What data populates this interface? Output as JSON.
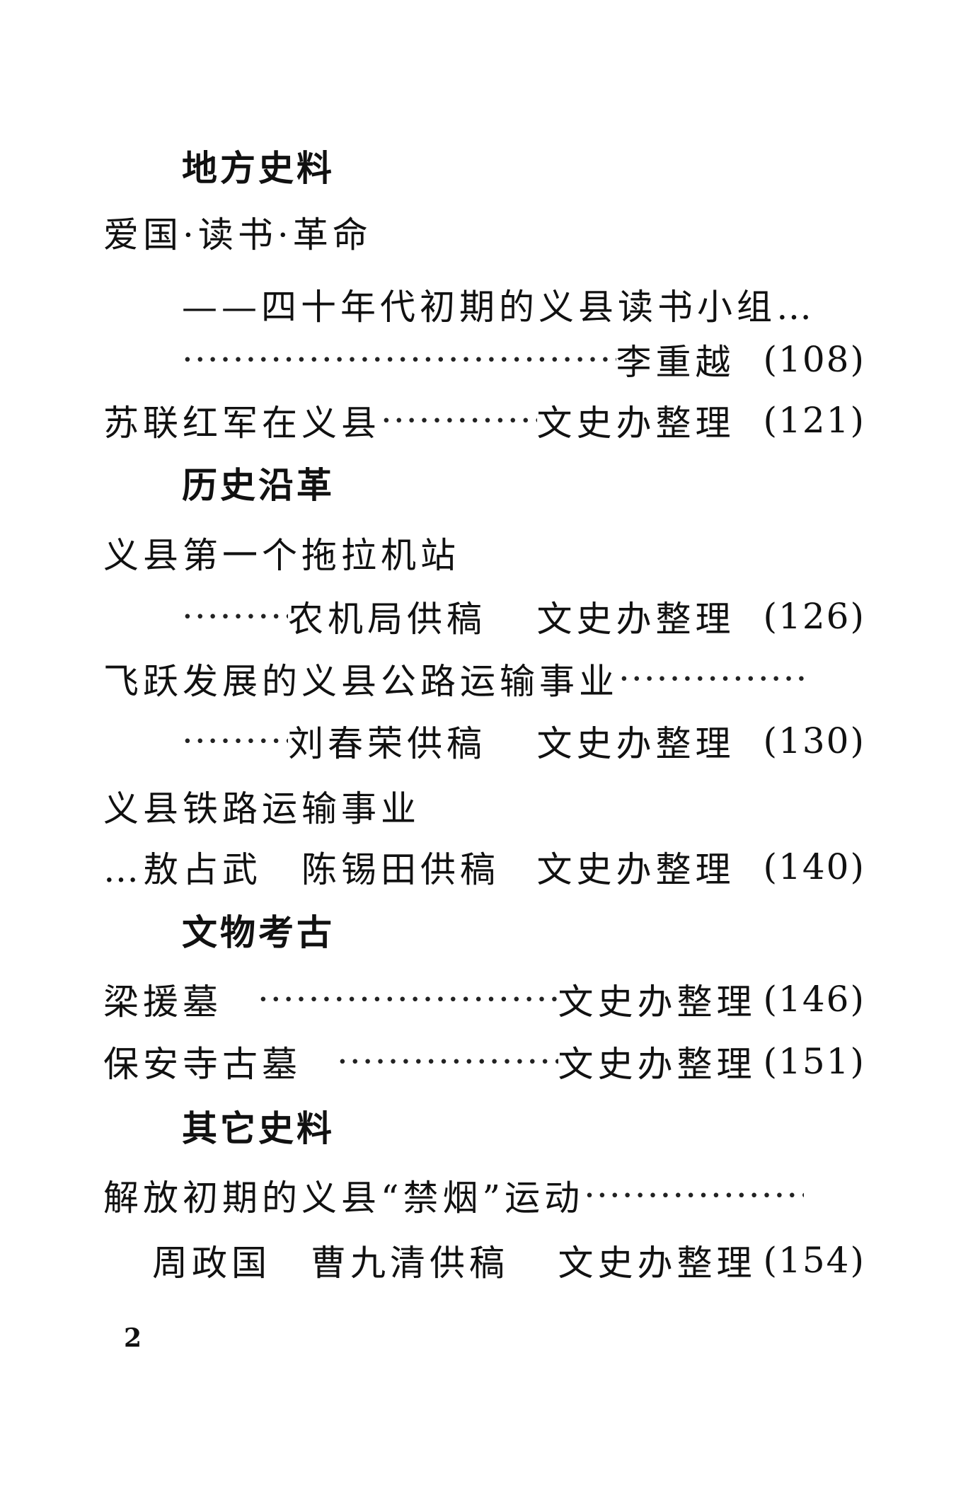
{
  "sections": [
    {
      "heading": "地方史料"
    },
    {
      "heading": "历史沿革"
    },
    {
      "heading": "文物考古"
    },
    {
      "heading": "其它史料"
    }
  ],
  "entries": [
    {
      "title": "爱国·读书·革命",
      "subtitle": "——四十年代初期的义县读书小组…",
      "author": "李重越",
      "page": "(108)"
    },
    {
      "title": "苏联红军在义县",
      "author": "文史办整理",
      "page": "(121)"
    },
    {
      "title": "义县第一个拖拉机站",
      "contributor": "农机局供稿",
      "author": "文史办整理",
      "page": "(126)"
    },
    {
      "title": "飞跃发展的义县公路运输事业",
      "contributor": "刘春荣供稿",
      "author": "文史办整理",
      "page": "(130)"
    },
    {
      "title": "义县铁路运输事业",
      "contributor": "…敖占武　陈锡田供稿",
      "author": "文史办整理",
      "page": "(140)"
    },
    {
      "title": "梁援墓",
      "author": "文史办整理",
      "page": "(146)"
    },
    {
      "title": "保安寺古墓",
      "author": "文史办整理",
      "page": "(151)"
    },
    {
      "title": "解放初期的义县“禁烟”运动",
      "contributor": "周政国　曹九清供稿",
      "author": "文史办整理",
      "page": "(154)"
    }
  ],
  "page_number": "2"
}
